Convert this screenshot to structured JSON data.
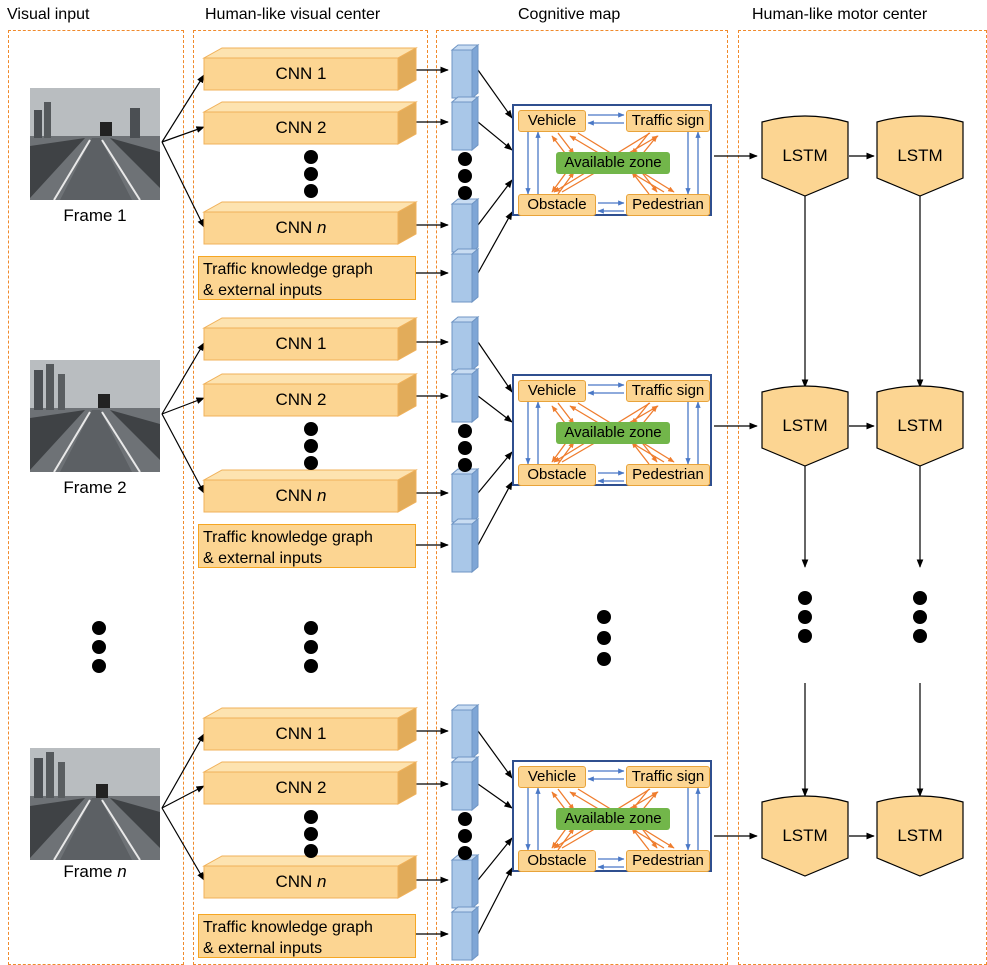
{
  "columns": {
    "visual_input": "Visual input",
    "visual_center": "Human-like visual center",
    "cognitive_map": "Cognitive map",
    "motor_center": "Human-like motor center"
  },
  "frames": [
    {
      "label": "Frame 1"
    },
    {
      "label": "Frame 2"
    },
    {
      "label_prefix": "Frame ",
      "label_var": "n"
    }
  ],
  "cnn": {
    "cnn1": "CNN 1",
    "cnn2": "CNN 2",
    "cnnn_prefix": "CNN ",
    "cnnn_var": "n"
  },
  "knowledge": {
    "line1": "Traffic knowledge graph",
    "line2": "& external inputs"
  },
  "cmap_nodes": {
    "vehicle": "Vehicle",
    "traffic_sign": "Traffic sign",
    "zone": "Available zone",
    "obstacle": "Obstacle",
    "pedestrian": "Pedestrian"
  },
  "lstm": "LSTM",
  "colors": {
    "orange_dash": "#f08a2c",
    "box_fill": "#fcd592",
    "feature_fill": "#a9c7e8",
    "map_border": "#2f4f8f",
    "zone_green": "#72b64a",
    "blue_arrow": "#4a78c6",
    "orange_arrow": "#ef7d2e"
  }
}
